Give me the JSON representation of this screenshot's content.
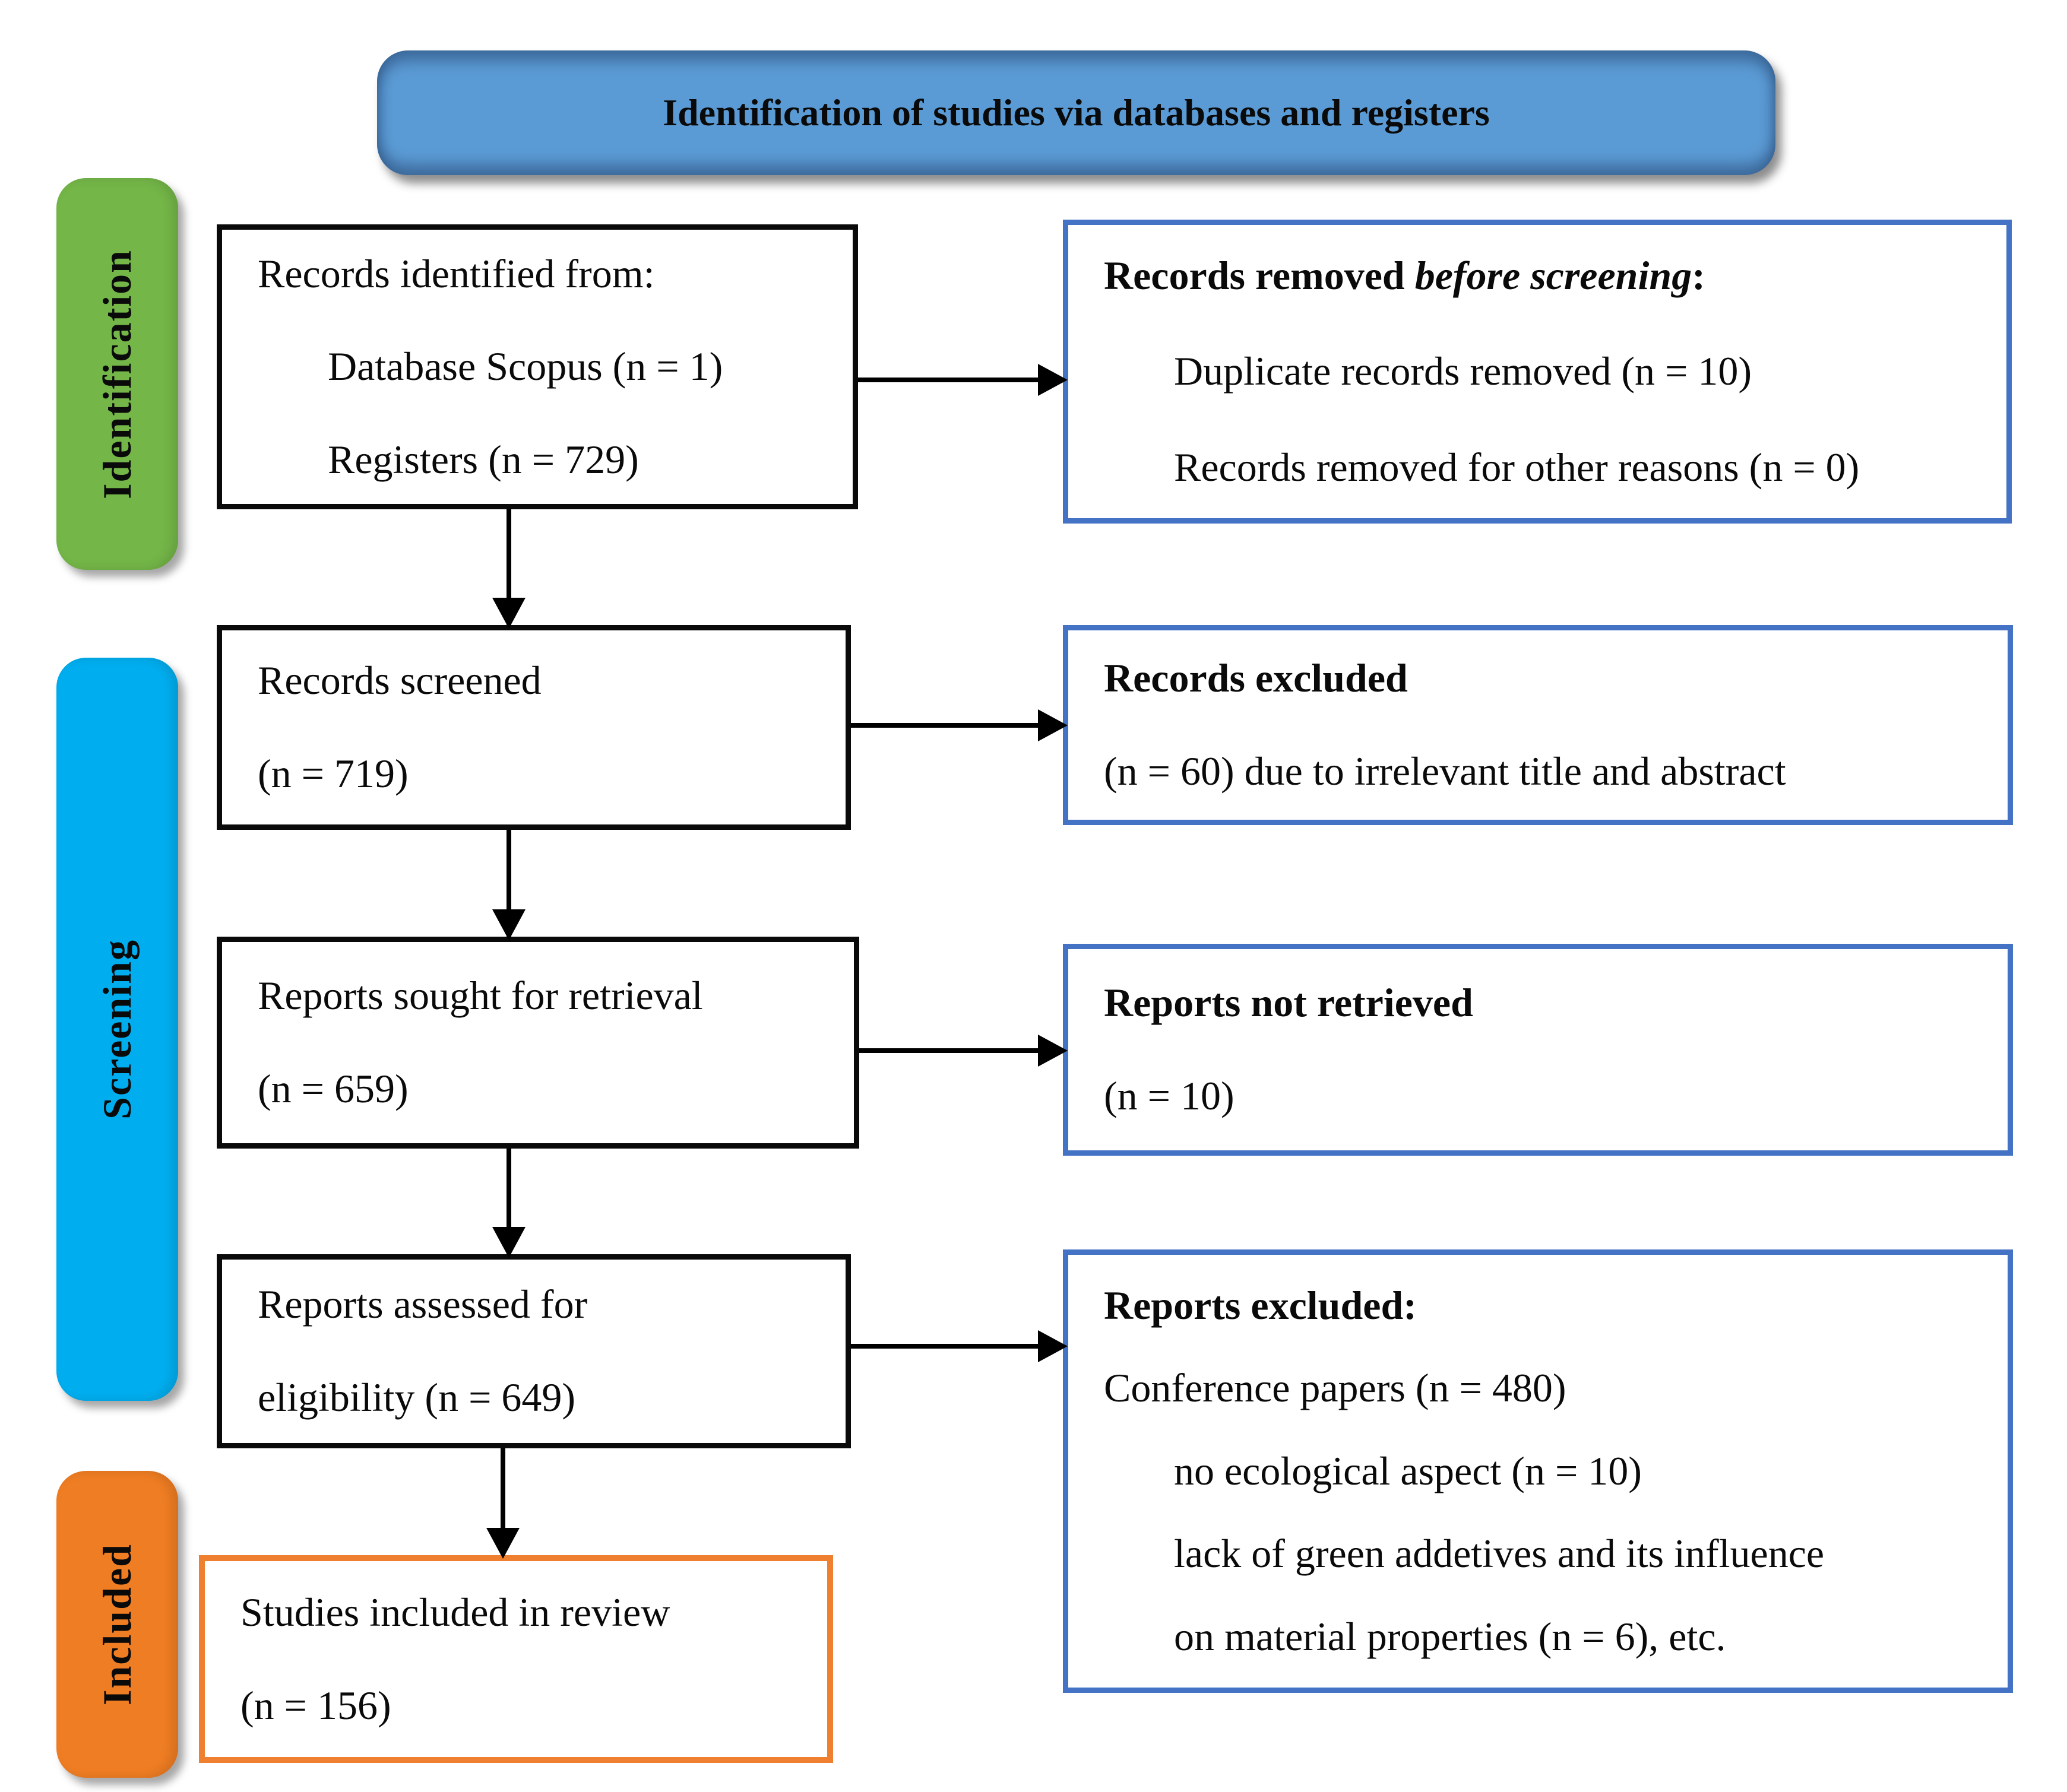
{
  "banner": {
    "title": "Identification of studies via databases and registers"
  },
  "stages": [
    {
      "label": "Identification"
    },
    {
      "label": "Screening"
    },
    {
      "label": "Included"
    }
  ],
  "flow": {
    "identified": {
      "l1": "Records identified from:",
      "l2": "Database Scopus (n = 1)",
      "l3": "Registers (n = 729)"
    },
    "screened": {
      "l1": "Records screened",
      "l2": "(n = 719)"
    },
    "sought": {
      "l1": "Reports sought for retrieval",
      "l2": "(n = 659)"
    },
    "assessed": {
      "l1": "Reports assessed for",
      "l2": "eligibility (n = 649)"
    },
    "included": {
      "l1": "Studies included in review",
      "l2": "(n = 156)"
    }
  },
  "exclusions": {
    "before_screening": {
      "h_pre": "Records removed ",
      "h_it": "before screening",
      "h_post": ":",
      "l1": "Duplicate records removed (n = 10)",
      "l2": "Records removed for other reasons (n = 0)"
    },
    "records_excluded": {
      "h": "Records excluded",
      "l1": "(n = 60) due to irrelevant title and abstract"
    },
    "not_retrieved": {
      "h": "Reports not retrieved",
      "l1": "(n = 10)"
    },
    "reports_excluded": {
      "h": "Reports excluded:",
      "l1": "Conference papers (n = 480)",
      "l2": "no ecological aspect (n = 10)",
      "l3": "lack of green addetives and its influence",
      "l4": "on material properties (n = 6), etc."
    }
  },
  "colors": {
    "banner_blue": "#5b9bd5",
    "identification_green": "#74b648",
    "screening_blue": "#00aeef",
    "included_orange": "#ef7d23",
    "flow_border_black": "#0a0a0a",
    "exclusion_border_blue": "#4472c4",
    "included_border_orange": "#ef8030",
    "arrow_black": "#000000"
  }
}
